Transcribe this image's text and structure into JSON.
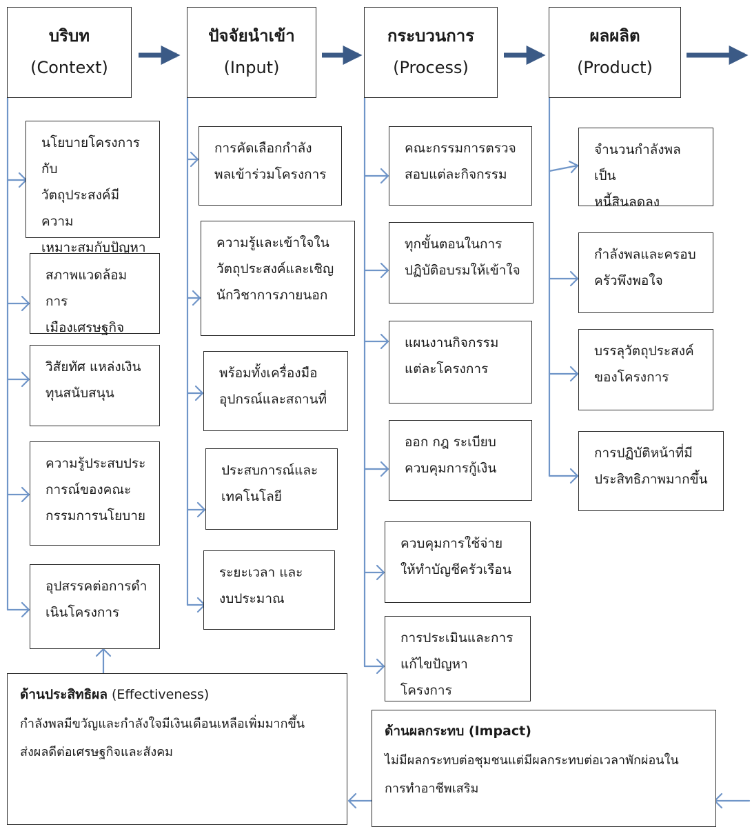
{
  "headers": [
    {
      "th": "บริบท",
      "en": "(Context)"
    },
    {
      "th": "ปัจจัยนำเข้า",
      "en": "(Input)"
    },
    {
      "th": "กระบวนการ",
      "en": "(Process)"
    },
    {
      "th": "ผลผลิต",
      "en": "(Product)"
    }
  ],
  "context": [
    "นโยบายโครงการกับ\nวัตถุประสงค์มีความ\nเหมาะสมกับปัญหา",
    "สภาพแวดล้อมการ\nเมืองเศรษฐกิจสังคม",
    "วิสัยทัศ แหล่งเงิน\nทุนสนับสนุน",
    "ความรู้ประสบประ\nการณ์ของคณะ\nกรรมการนโยบาย",
    "อุปสรรคต่อการดำ\nเนินโครงการ"
  ],
  "input": [
    "การคัดเลือกกำลัง\nพลเข้าร่วมโครงการ",
    "ความรู้และเข้าใจใน\nวัตถุประสงค์และเชิญ\nนักวิชาการภายนอก",
    "พร้อมทั้งเครื่องมือ\nอุปกรณ์และสถานที่",
    "ประสบการณ์และ\nเทคโนโลยี",
    "ระยะเวลา และ\nงบประมาณ"
  ],
  "process": [
    "คณะกรรมการตรวจ\nสอบแต่ละกิจกรรม",
    "ทุกขั้นตอนในการ\nปฏิบัติอบรมให้เข้าใจ",
    "แผนงานกิจกรรม\nแต่ละโครงการ",
    "ออก กฎ ระเบียบ\nควบคุมการกู้เงิน",
    "ควบคุมการใช้จ่าย\nให้ทำบัญชีครัวเรือน",
    "การประเมินและการ\nแก้ไขปัญหาโครงการ"
  ],
  "product": [
    "จำนวนกำลังพลเป็น\nหนี้สินลดลง",
    "กำลังพลและครอบ\nครัวพึงพอใจ",
    "บรรลุวัตถุประสงค์\nของโครงการ",
    "การปฏิบัติหน้าที่มี\nประสิทธิภาพมากขึ้น"
  ],
  "effectiveness": {
    "title_th": "ด้านประสิทธิผล",
    "title_en": " (Effectiveness)",
    "text": "กำลังพลมีขวัญและกำลังใจมีเงินเดือนเหลือเพิ่มมากขึ้น\nส่งผลดีต่อเศรษฐกิจและสังคม"
  },
  "impact": {
    "title_th": "ด้านผลกระทบ",
    "title_en": " (Impact)",
    "text": "ไม่มีผลกระทบต่อชุมชนแต่มีผลกระทบต่อเวลาพักผ่อนใน\nการทำอาชีพเสริม"
  },
  "colors": {
    "thick_arrow": "#3b5a86",
    "thin_line": "#6f95c8",
    "border": "#2a2a2a"
  }
}
